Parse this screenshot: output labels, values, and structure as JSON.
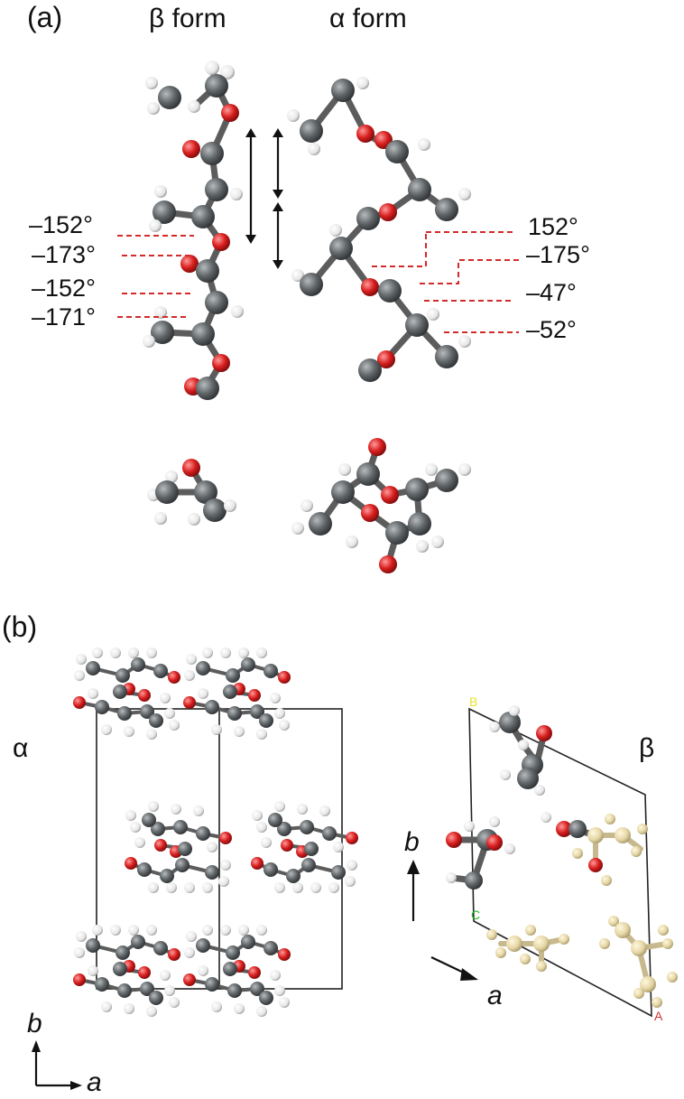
{
  "panel_a": {
    "label": "(a)",
    "beta_title": "β form",
    "alpha_title": "α form",
    "beta_angles": [
      "–152°",
      "–173°",
      "–152°",
      "–171°"
    ],
    "alpha_angles": [
      "152°",
      "–175°",
      "–47°",
      "–52°"
    ]
  },
  "panel_b": {
    "label": "(b)",
    "alpha_label": "α",
    "beta_label": "β",
    "axis_b": "b",
    "axis_a": "a",
    "cell_letters": {
      "B": "B",
      "C": "C",
      "A": "A"
    }
  },
  "colors": {
    "carbon": "#5f6467",
    "oxygen": "#d81e1e",
    "hydrogen": "#ececec",
    "beta_molecule": "#e6d7a6",
    "dashed_line": "#d42a2a",
    "letter_B": "#e8e22a",
    "letter_C": "#2cb52c",
    "letter_A": "#d43030"
  }
}
